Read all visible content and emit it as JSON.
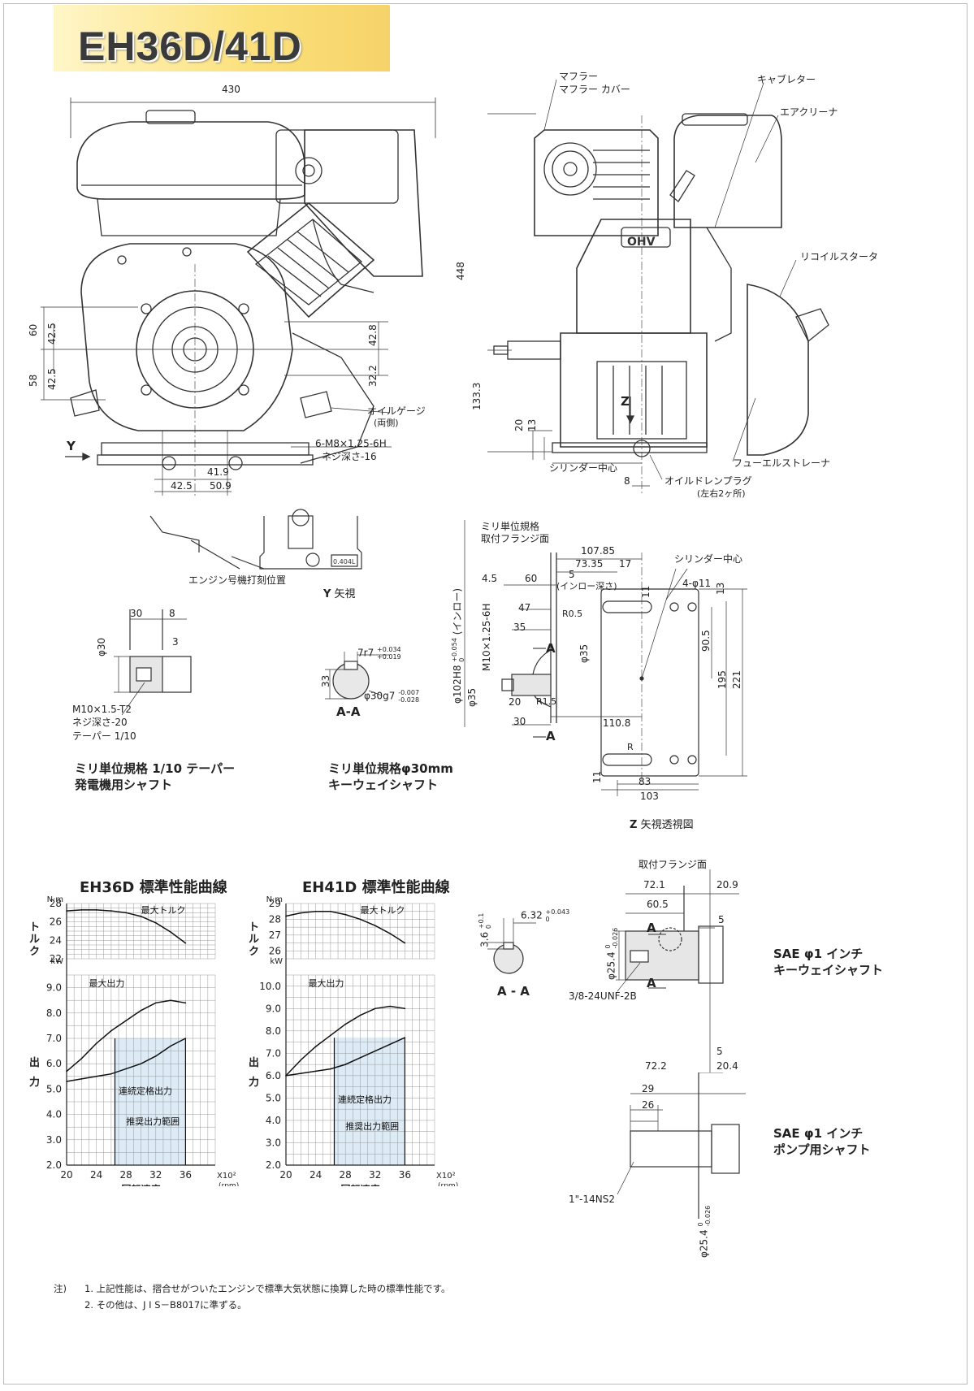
{
  "title": "EH36D/41D",
  "front_view": {
    "width_430": "430",
    "dim_60": "60",
    "dim_58": "58",
    "dim_42_5_a": "42.5",
    "dim_42_5_b": "42.5",
    "dim_42_8": "42.8",
    "dim_32_2": "32.2",
    "dim_41_9": "41.9",
    "dim_42_5_c": "42.5",
    "dim_50_9": "50.9",
    "y_arrow": "Y",
    "oil_gauge": "オイルゲージ",
    "oil_gauge_sub": "(両側)",
    "bolt_spec": "6-M8×1.25-6H",
    "bolt_depth": "ネジ深さ-16"
  },
  "side_view": {
    "muffler": "マフラー",
    "muffler_cover": "マフラー カバー",
    "carburetor": "キャブレター",
    "air_cleaner": "エアクリーナ",
    "recoil_starter": "リコイルスタータ",
    "dim_448": "448",
    "dim_133_3": "133.3",
    "dim_20": "20",
    "dim_13": "13",
    "z_arrow": "Z",
    "cylinder_center": "シリンダー中心",
    "dim_8": "8",
    "oil_drain_plug": "オイルドレンプラグ",
    "oil_drain_sub": "(左右2ヶ所)",
    "fuel_strainer": "フューエルストレーナ",
    "ohv": "OHV"
  },
  "y_view": {
    "serial_label": "エンジン号機打刻位置",
    "caption_letter": "Y",
    "caption_rest": " 矢視",
    "plate": "0.404L"
  },
  "taper_shaft": {
    "dim_30": "30",
    "dim_8": "8",
    "dim_3": "3",
    "dim_phi30": "φ30",
    "thread": "M10×1.5-T2",
    "depth": "ネジ深さ-20",
    "taper": "テーパー 1/10",
    "caption1": "ミリ単位規格 1/10 テーパー",
    "caption2": "発電機用シャフト"
  },
  "key_shaft": {
    "key": "7r7",
    "key_tol_up": "+0.034",
    "key_tol_low": "+0.019",
    "dim_33": "33",
    "dia": "φ30g7",
    "dia_tol_up": "-0.007",
    "dia_tol_low": "-0.028",
    "section": "A-A",
    "caption1": "ミリ単位規格φ30mm",
    "caption2": "キーウェイシャフト"
  },
  "z_view": {
    "flange_label1": "ミリ単位規格",
    "flange_label2": "取付フランジ面",
    "spigot": "φ102H8",
    "spigot_tol_up": "+0.054",
    "spigot_tol_low": "0",
    "spigot_note": "(インロー)",
    "dim_107_85": "107.85",
    "dim_73_35": "73.35",
    "dim_17": "17",
    "dim_4_5": "4.5",
    "dim_60": "60",
    "dim_5": "5",
    "spigot_depth": "(インロー深さ)",
    "dim_47": "47",
    "dim_35": "35",
    "r0_5": "R0.5",
    "thread": "M10×1.25-6H",
    "phi35_a": "φ35",
    "phi35_b": "φ35",
    "dim_20": "20",
    "r1_5": "R1.5",
    "dim_30": "30",
    "dim_110_8": "110.8",
    "a_mark_1": "A",
    "a_mark_2": "A",
    "cylinder_center": "シリンダー中心",
    "holes": "4-φ11",
    "dim_11_a": "11",
    "dim_13": "13",
    "dim_90_5": "90.5",
    "dim_195": "195",
    "dim_221": "221",
    "r_mark": "R",
    "dim_11_b": "11",
    "dim_83": "83",
    "dim_103": "103",
    "caption_letter": "Z",
    "caption_rest": " 矢視透視図"
  },
  "sae_key": {
    "flange_label": "取付フランジ面",
    "dim_72_1": "72.1",
    "dim_20_9": "20.9",
    "dim_60_5": "60.5",
    "dim_5": "5",
    "dia": "φ25.4",
    "dia_tol_up": "0",
    "dia_tol_low": "-0.026",
    "a_mark_1": "A",
    "a_mark_2": "A",
    "thread": "3/8-24UNF-2B",
    "section_key": "6.32",
    "section_tol_up": "+0.043",
    "section_tol_low": "0",
    "section_depth": "3.6",
    "section_depth_tol_up": "+0.1",
    "section_depth_tol_low": "0",
    "section": "A - A",
    "caption1": "SAE φ1 インチ",
    "caption2": "キーウェイシャフト"
  },
  "sae_pump": {
    "dim_5": "5",
    "dim_72_2": "72.2",
    "dim_20_4": "20.4",
    "dim_29": "29",
    "dim_26": "26",
    "thread": "1\"-14NS2",
    "dia": "φ25.4",
    "dia_tol_up": "0",
    "dia_tol_low": "-0.026",
    "caption1": "SAE φ1 インチ",
    "caption2": "ポンプ用シャフト"
  },
  "chart_data": [
    {
      "type": "line",
      "title": "EH36D 標準性能曲線",
      "torque_unit": "N·m",
      "torque_axis_label": "トルク",
      "power_unit": "kW",
      "power_axis_label": "出力",
      "xlabel": "回転速度",
      "x_unit_mult": "X10²",
      "x_unit": "(rpm)",
      "x_ticks": [
        "20",
        "24",
        "28",
        "32",
        "36"
      ],
      "xlim": [
        20,
        40
      ],
      "torque_ticks": [
        "22",
        "24",
        "26",
        "28"
      ],
      "torque_ylim": [
        22,
        28
      ],
      "power_ticks": [
        "2.0",
        "3.0",
        "4.0",
        "5.0",
        "6.0",
        "7.0",
        "8.0",
        "9.0"
      ],
      "power_ylim": [
        2.0,
        9.5
      ],
      "labels": {
        "max_torque": "最大トルク",
        "max_power": "最大出力",
        "continuous": "連続定格出力",
        "recommended": "推奨出力範囲"
      },
      "series": [
        {
          "name": "最大トルク",
          "axis": "torque",
          "x": [
            20,
            22,
            24,
            26,
            28,
            30,
            32,
            34,
            36
          ],
          "y": [
            27.2,
            27.3,
            27.3,
            27.2,
            27.0,
            26.6,
            25.9,
            24.9,
            23.7
          ]
        },
        {
          "name": "最大出力",
          "axis": "power",
          "x": [
            20,
            22,
            24,
            26,
            28,
            30,
            32,
            34,
            36
          ],
          "y": [
            5.7,
            6.2,
            6.8,
            7.3,
            7.7,
            8.1,
            8.4,
            8.5,
            8.4
          ]
        },
        {
          "name": "連続定格出力",
          "axis": "power",
          "x": [
            20,
            22,
            24,
            26,
            28,
            30,
            32,
            34,
            36
          ],
          "y": [
            5.3,
            5.4,
            5.5,
            5.6,
            5.8,
            6.0,
            6.3,
            6.7,
            7.0
          ]
        }
      ],
      "recommended_range": {
        "x": [
          26.5,
          36
        ],
        "y": [
          2.0,
          7.0
        ]
      }
    },
    {
      "type": "line",
      "title": "EH41D 標準性能曲線",
      "torque_unit": "N·m",
      "torque_axis_label": "トルク",
      "power_unit": "kW",
      "power_axis_label": "出力",
      "xlabel": "回転速度",
      "x_unit_mult": "X10²",
      "x_unit": "(rpm)",
      "x_ticks": [
        "20",
        "24",
        "28",
        "32",
        "36"
      ],
      "xlim": [
        20,
        40
      ],
      "torque_ticks": [
        "26",
        "27",
        "28",
        "29"
      ],
      "torque_ylim": [
        25.5,
        29
      ],
      "power_ticks": [
        "2.0",
        "3.0",
        "4.0",
        "5.0",
        "6.0",
        "7.0",
        "8.0",
        "9.0",
        "10.0"
      ],
      "power_ylim": [
        2.0,
        10.5
      ],
      "labels": {
        "max_torque": "最大トルク",
        "max_power": "最大出力",
        "continuous": "連続定格出力",
        "recommended": "推奨出力範囲"
      },
      "series": [
        {
          "name": "最大トルク",
          "axis": "torque",
          "x": [
            20,
            22,
            24,
            26,
            28,
            30,
            32,
            34,
            36
          ],
          "y": [
            28.2,
            28.4,
            28.5,
            28.5,
            28.3,
            28.0,
            27.6,
            27.1,
            26.5
          ]
        },
        {
          "name": "最大出力",
          "axis": "power",
          "x": [
            20,
            22,
            24,
            26,
            28,
            30,
            32,
            34,
            36
          ],
          "y": [
            6.0,
            6.7,
            7.3,
            7.8,
            8.3,
            8.7,
            9.0,
            9.1,
            9.0
          ]
        },
        {
          "name": "連続定格出力",
          "axis": "power",
          "x": [
            20,
            22,
            24,
            26,
            28,
            30,
            32,
            34,
            36
          ],
          "y": [
            6.0,
            6.1,
            6.2,
            6.3,
            6.5,
            6.8,
            7.1,
            7.4,
            7.7
          ]
        }
      ],
      "recommended_range": {
        "x": [
          26.5,
          36
        ],
        "y": [
          2.0,
          7.7
        ]
      }
    }
  ],
  "notes": {
    "head": "注)",
    "n1": "1. 上記性能は、摺合せがついたエンジンで標準大気状態に換算した時の標準性能です。",
    "n2": "2. その他は、J I S－B8017に準ずる。"
  }
}
